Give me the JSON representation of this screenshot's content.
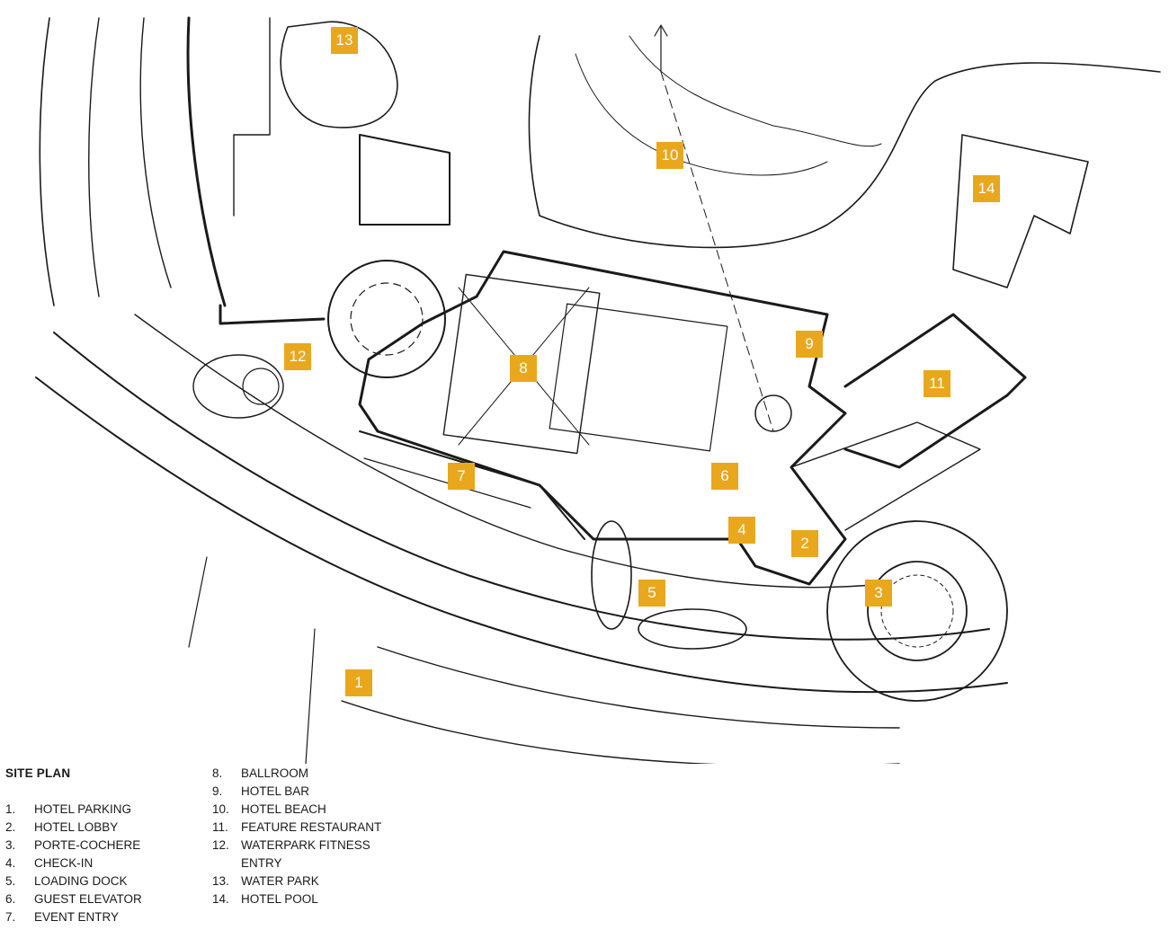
{
  "markers": [
    {
      "id": "1"
    },
    {
      "id": "2"
    },
    {
      "id": "3"
    },
    {
      "id": "4"
    },
    {
      "id": "5"
    },
    {
      "id": "6"
    },
    {
      "id": "7"
    },
    {
      "id": "8"
    },
    {
      "id": "9"
    },
    {
      "id": "10"
    },
    {
      "id": "11"
    },
    {
      "id": "12"
    },
    {
      "id": "13"
    },
    {
      "id": "14"
    }
  ],
  "legend": {
    "title": "SITE PLAN",
    "items": [
      {
        "num": "1.",
        "label": "HOTEL PARKING"
      },
      {
        "num": "2.",
        "label": "HOTEL LOBBY"
      },
      {
        "num": "3.",
        "label": "PORTE-COCHERE"
      },
      {
        "num": "4.",
        "label": "CHECK-IN"
      },
      {
        "num": "5.",
        "label": "LOADING DOCK"
      },
      {
        "num": "6.",
        "label": "GUEST ELEVATOR"
      },
      {
        "num": "7.",
        "label": "EVENT ENTRY"
      },
      {
        "num": "8.",
        "label": "BALLROOM"
      },
      {
        "num": "9.",
        "label": "HOTEL BAR"
      },
      {
        "num": "10.",
        "label": "HOTEL BEACH"
      },
      {
        "num": "11.",
        "label": "FEATURE RESTAURANT"
      },
      {
        "num": "12.",
        "label": "WATERPARK FITNESS"
      },
      {
        "num": "",
        "label": "ENTRY"
      },
      {
        "num": "13.",
        "label": "WATER PARK"
      },
      {
        "num": "14.",
        "label": "HOTEL POOL"
      }
    ]
  },
  "colors": {
    "marker": "#e8a71d",
    "ink": "#1a1a1a",
    "background": "#ffffff"
  }
}
